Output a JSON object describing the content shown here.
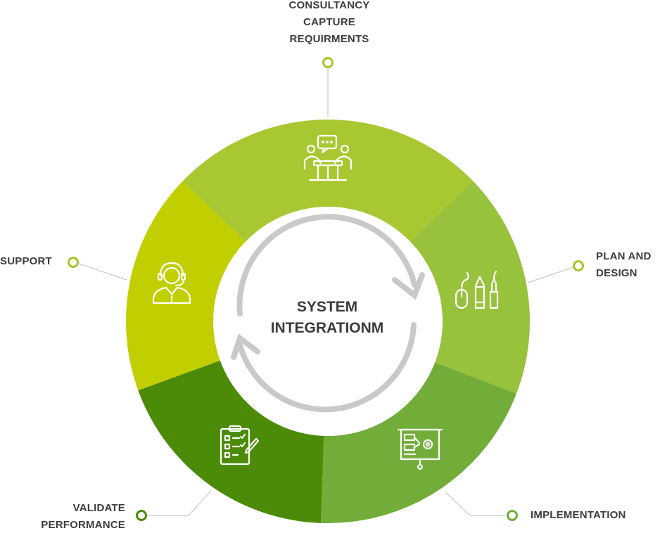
{
  "center": {
    "line1": "SYSTEM",
    "line2": "INTEGRATIONM"
  },
  "stages": [
    {
      "lines": [
        "CONSULTANCY",
        "CAPTURE",
        "REQUIRMENTS"
      ],
      "icon": "meeting-icon",
      "color": "#a8c832"
    },
    {
      "lines": [
        "PLAN AND",
        "DESIGN"
      ],
      "icon": "design-tools-icon",
      "color": "#98c13c"
    },
    {
      "lines": [
        "IMPLEMENTATION"
      ],
      "icon": "presentation-board-icon",
      "color": "#72ad3a"
    },
    {
      "lines": [
        "VALIDATE",
        "PERFORMANCE"
      ],
      "icon": "checklist-icon",
      "color": "#4b8b07"
    },
    {
      "lines": [
        "SUPPORT"
      ],
      "icon": "support-agent-icon",
      "color": "#c1cf00"
    }
  ],
  "colors": {
    "arrows": "#c9c9c9",
    "marker_light": "#a4c62a",
    "marker_dark": "#4b8b07",
    "leader": "#c8c8c8",
    "text": "#3d3d3d"
  }
}
